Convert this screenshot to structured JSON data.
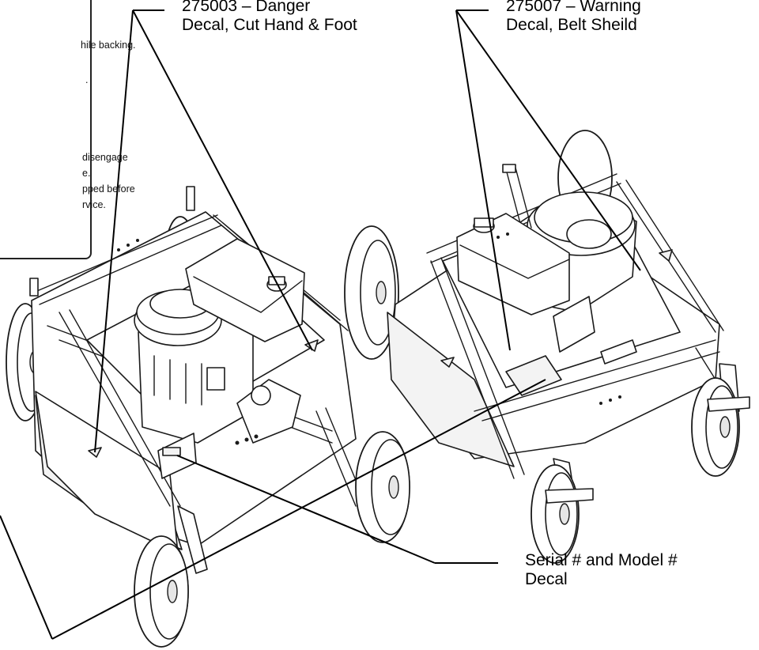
{
  "callouts": {
    "danger_decal": {
      "part": "275003 – Danger",
      "desc": "Decal, Cut Hand & Foot"
    },
    "warning_decal": {
      "part": "275007 – Warning",
      "desc": "Decal, Belt Sheild"
    },
    "serial_decal": {
      "line1": "Serial # and Model #",
      "line2": "Decal"
    }
  },
  "warning_card": {
    "lines": [
      "hile backing.",
      ".",
      "disengage",
      "e.",
      "pped before",
      "rvice."
    ]
  }
}
